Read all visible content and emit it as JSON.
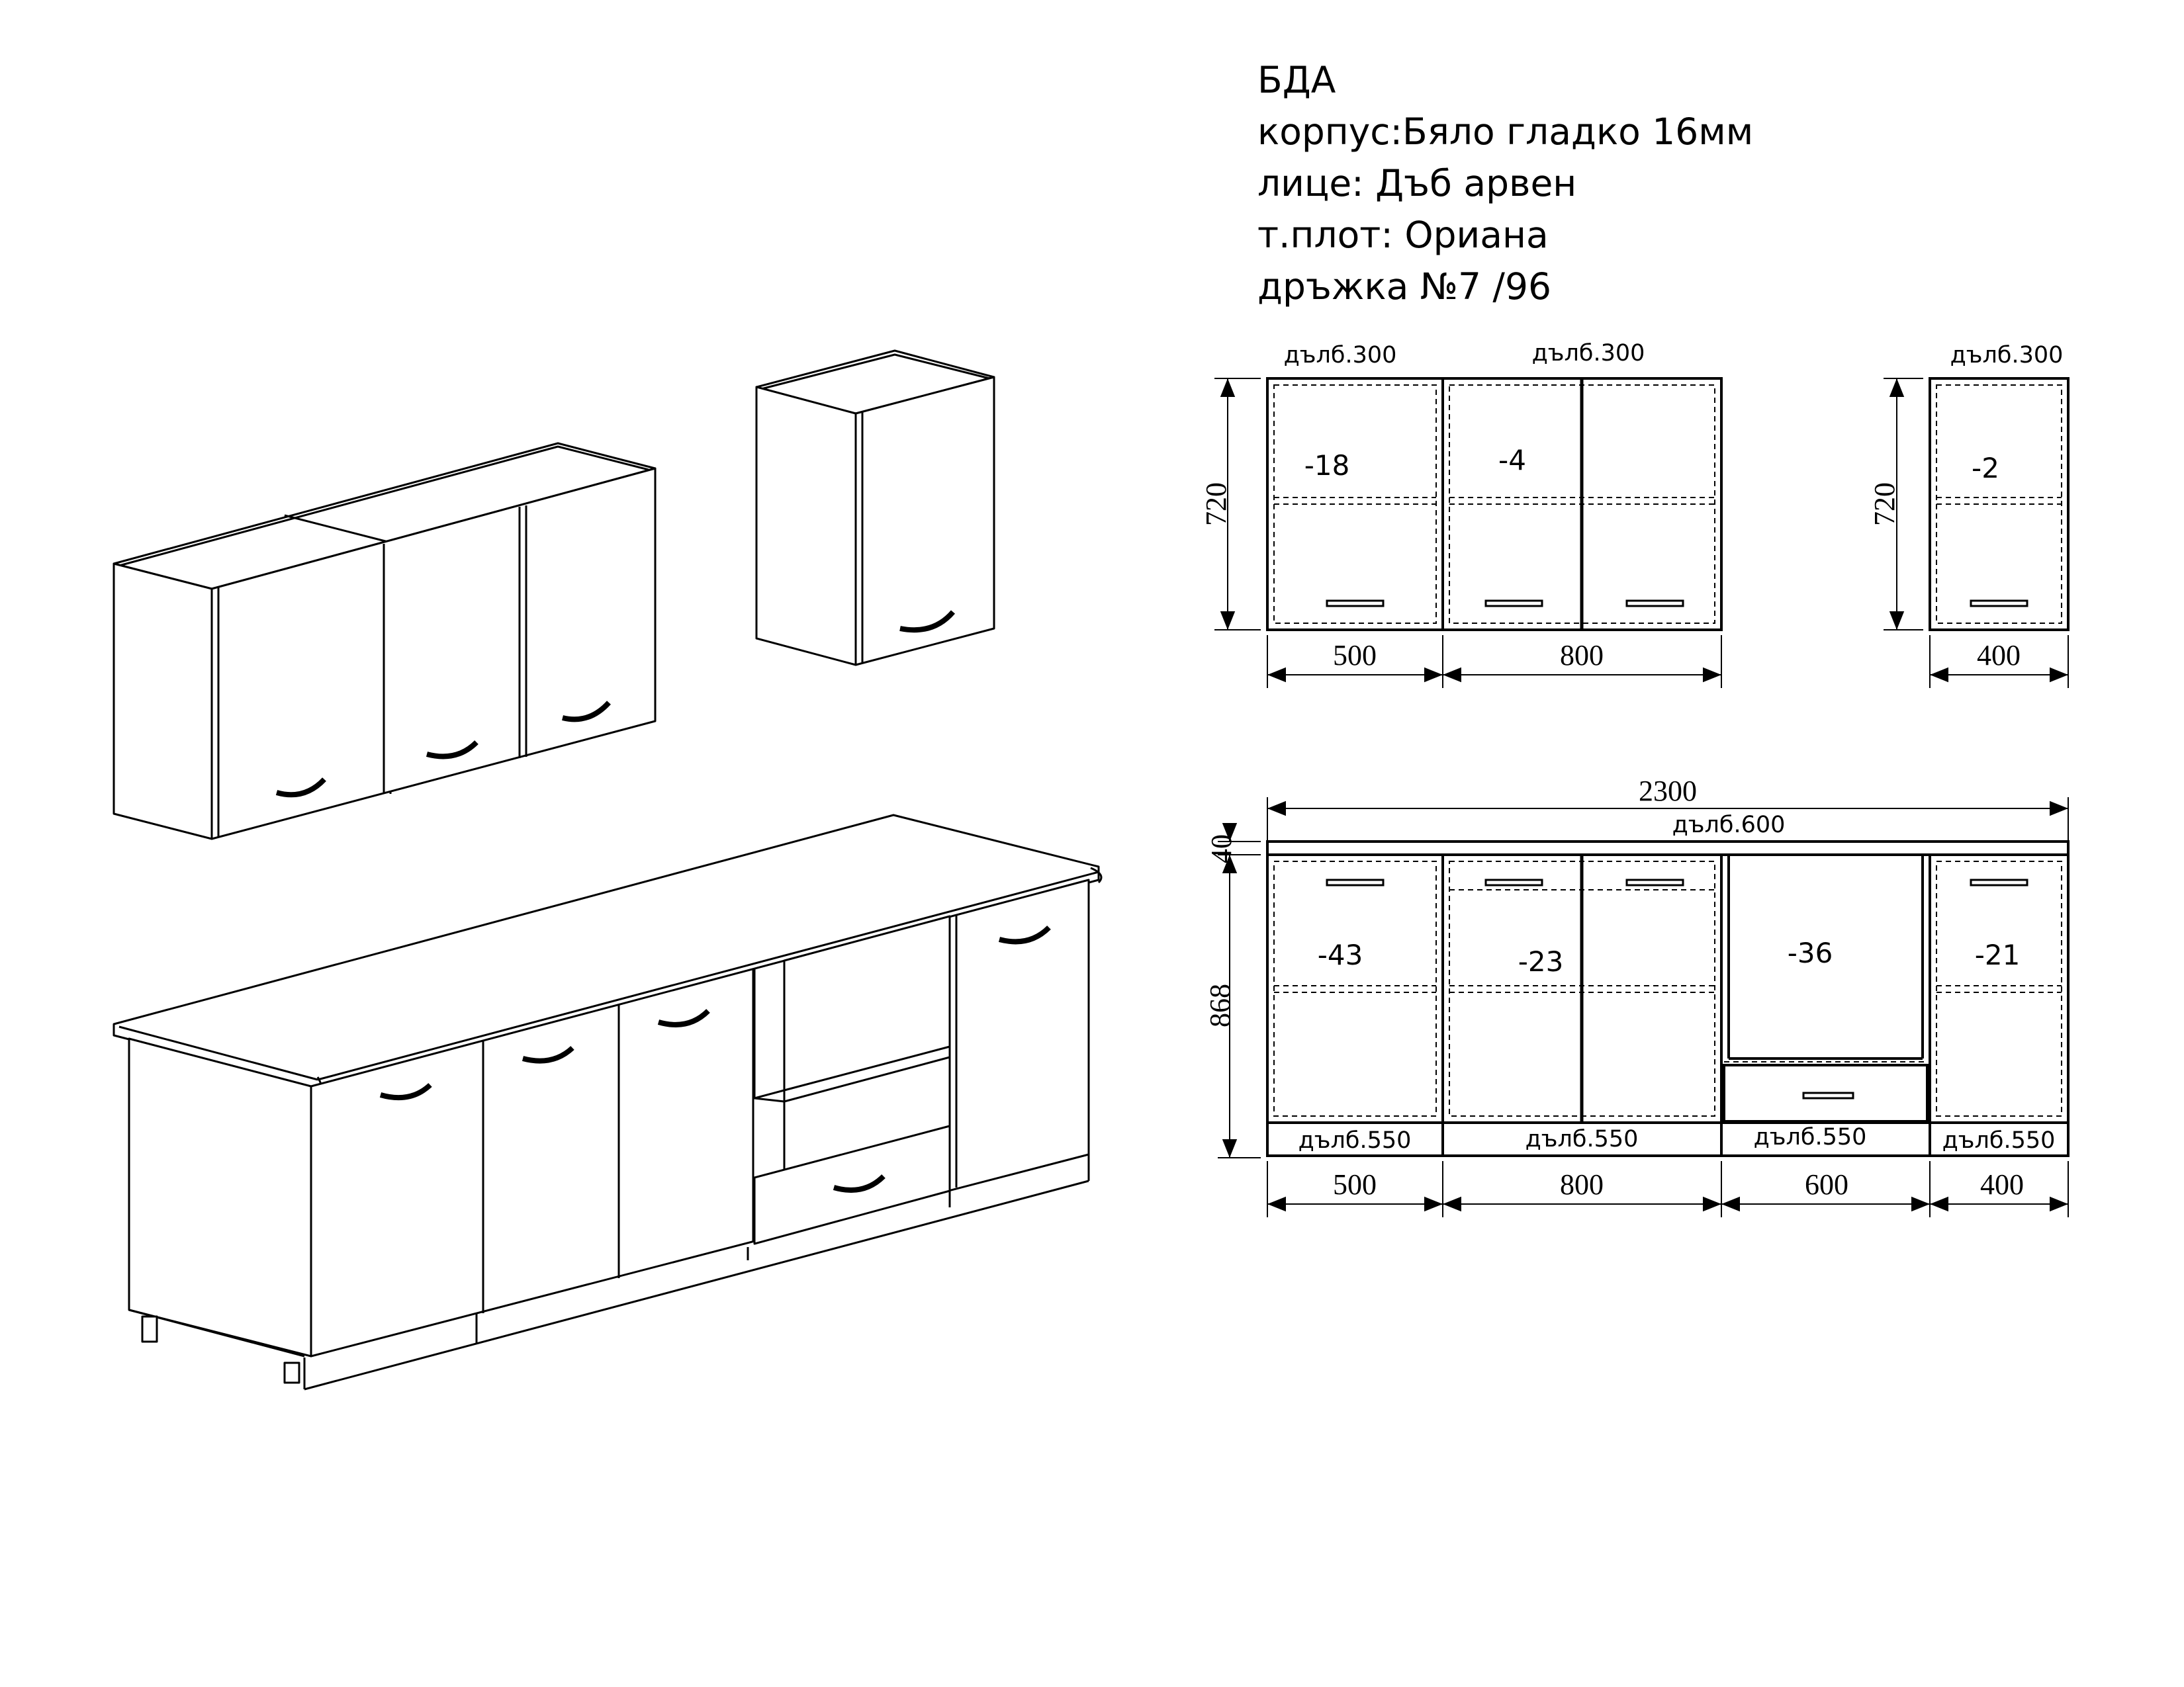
{
  "spec": {
    "name": "БДА",
    "body": "корпус:Бяло гладко 16мм",
    "face": "лице: Дъб арвен",
    "top": "т.плот: Ориана",
    "handle": "дръжка №7 /96"
  },
  "upper": {
    "depth_left": "дълб.300",
    "depth_mid": "дълб.300",
    "depth_right": "дълб.300",
    "height": "720",
    "height_right": "720",
    "code_a": "-18",
    "code_b": "-4",
    "code_c": "-2",
    "width_a": "500",
    "width_b": "800",
    "width_c": "400"
  },
  "lower": {
    "total": "2300",
    "top_depth": "дълб.600",
    "top_thickness": "40",
    "height": "868",
    "code_a": "-43",
    "code_b": "-23",
    "code_c": "-36",
    "code_d": "-21",
    "depth_a": "дълб.550",
    "depth_b": "дълб.550",
    "depth_c": "дълб.550",
    "depth_d": "дълб.550",
    "width_a": "500",
    "width_b": "800",
    "width_c": "600",
    "width_d": "400"
  }
}
